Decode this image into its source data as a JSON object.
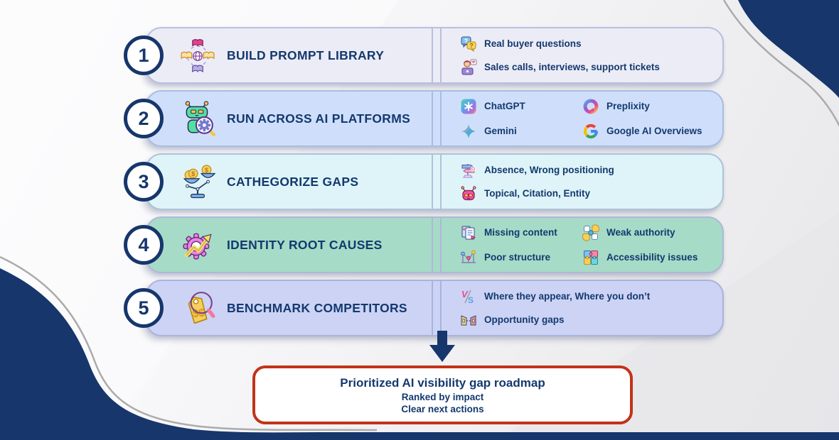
{
  "colors": {
    "navy": "#16366c",
    "text": "#14396e",
    "result_border_red": "#c23318",
    "row_backgrounds": [
      "#ececf6",
      "#cfdffb",
      "#def4f8",
      "#a6dbc7",
      "#ccd3f5"
    ]
  },
  "steps": [
    {
      "number": "1",
      "title": "BUILD PROMPT LIBRARY",
      "icon": "library-books-globe-icon",
      "items": [
        {
          "icon": "question-bubbles-icon",
          "label": "Real buyer questions"
        },
        {
          "icon": "support-person-icon",
          "label": "Sales calls, interviews, support tickets"
        }
      ]
    },
    {
      "number": "2",
      "title": "RUN ACROSS AI PLATFORMS",
      "icon": "robot-search-gear-icon",
      "items": [
        {
          "icon": "chatgpt-icon",
          "label": "ChatGPT"
        },
        {
          "icon": "perplexity-icon",
          "label": "Preplixity"
        },
        {
          "icon": "gemini-icon",
          "label": "Gemini"
        },
        {
          "icon": "google-icon",
          "label": "Google AI Overviews"
        }
      ]
    },
    {
      "number": "3",
      "title": "CATHEGORIZE GAPS",
      "icon": "balance-scale-coins-icon",
      "items": [
        {
          "icon": "signpost-icon",
          "label": "Absence, Wrong positioning"
        },
        {
          "icon": "robot-head-icon",
          "label": "Topical, Citation, Entity"
        }
      ]
    },
    {
      "number": "4",
      "title": "IDENTITY ROOT CAUSES",
      "icon": "gear-growth-arrow-icon",
      "items": [
        {
          "icon": "missing-content-icon",
          "label": "Missing content"
        },
        {
          "icon": "weak-authority-icon",
          "label": "Weak authority"
        },
        {
          "icon": "poor-structure-icon",
          "label": "Poor structure"
        },
        {
          "icon": "accessibility-icon",
          "label": "Accessibility issues"
        }
      ]
    },
    {
      "number": "5",
      "title": "BENCHMARK COMPETITORS",
      "icon": "price-tag-magnifier-icon",
      "items": [
        {
          "icon": "versus-icon",
          "label": "Where they appear, Where you don’t"
        },
        {
          "icon": "bridge-gap-icon",
          "label": "Opportunity gaps"
        }
      ]
    }
  ],
  "result": {
    "title": "Prioritized AI visibility gap roadmap",
    "lines": [
      "Ranked by impact",
      "Clear next actions"
    ]
  }
}
